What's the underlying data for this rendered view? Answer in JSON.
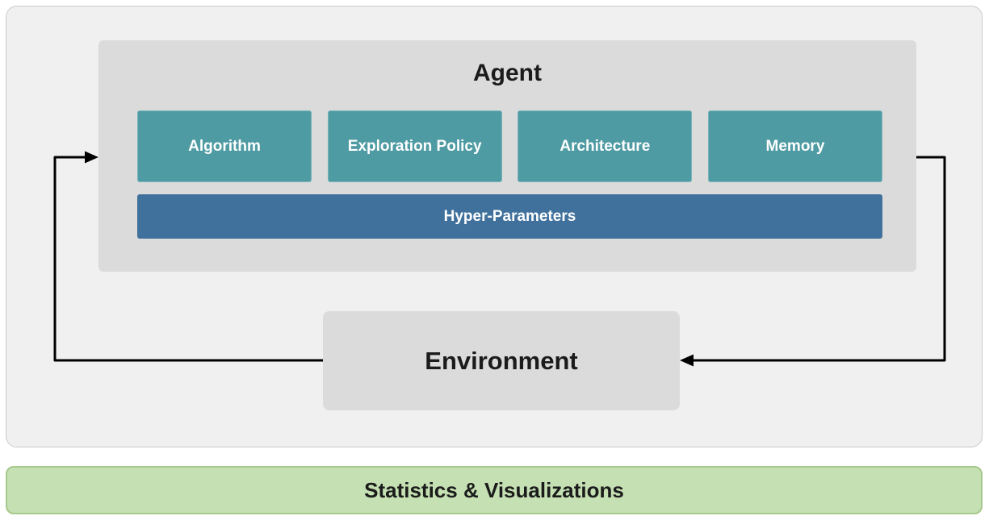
{
  "diagram": {
    "agent": {
      "title": "Agent",
      "components": [
        "Algorithm",
        "Exploration Policy",
        "Architecture",
        "Memory"
      ],
      "hyper_parameters": "Hyper-Parameters"
    },
    "environment": {
      "title": "Environment"
    },
    "footer": {
      "label": "Statistics & Visualizations"
    }
  },
  "colors": {
    "panel-bg": "#f0f0f1",
    "panel-border": "#c9cacb",
    "box-gray": "#dbdbdb",
    "teal": "#4f9ba3",
    "teal-border": "#7ab3ba",
    "blue": "#40719c",
    "green-bg": "#c5e0b3",
    "green-border": "#a8c98c",
    "arrow": "#000000",
    "text-dark": "#1b1b1b",
    "text-light": "#ffffff"
  }
}
